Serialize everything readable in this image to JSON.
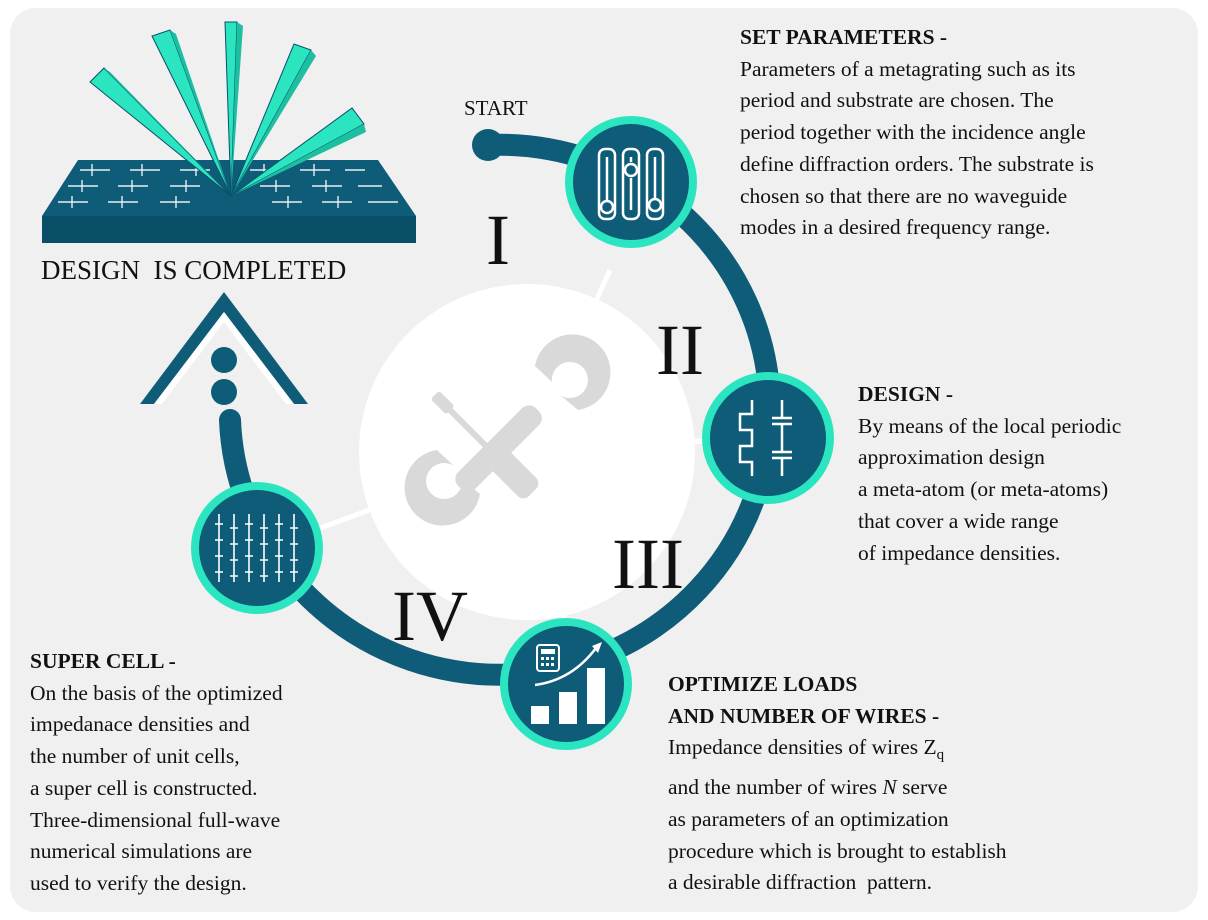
{
  "colors": {
    "panel": "#f0f0f0",
    "ring": "#0e5c77",
    "ring_dark": "#0a4f68",
    "accent": "#2be5c1",
    "hub": "#ffffff",
    "tools": "#d9d9d9",
    "text": "#111111"
  },
  "labels": {
    "start": "START",
    "completed": "DESIGN  IS COMPLETED",
    "stage_1": "I",
    "stage_2": "II",
    "stage_3": "III",
    "stage_4": "IV"
  },
  "icons": {
    "center": "wrench-screwdriver-icon",
    "stage_1": "sliders-icon",
    "stage_2": "circuit-capacitor-icon",
    "stage_3": "calculator-bar-chart-icon",
    "stage_4": "wire-grid-icon",
    "top_left": "metagrating-diffraction-icon",
    "arrow": "up-arrow-icon"
  },
  "set_parameters": {
    "title": "SET PARAMETERS -",
    "lines": [
      "Parameters of a metagrating such as its",
      "period and substrate are chosen. The",
      "period together with the incidence angle",
      "define diffraction orders. The substrate is",
      "chosen so that there are no waveguide",
      "modes in a desired frequency range."
    ]
  },
  "design": {
    "title": "DESIGN -",
    "lines": [
      "By means of the local periodic",
      "approximation design",
      "a meta-atom (or meta-atoms)",
      "that cover a wide range",
      "of impedance densities."
    ]
  },
  "optimize": {
    "title_1": "OPTIMIZE LOADS",
    "title_2": "AND NUMBER OF WIRES -",
    "line_1_pre": "Impedance densities of wires Z",
    "line_1_sub": "q",
    "line_2_pre": "and the number of wires ",
    "line_2_var": "N",
    "line_2_post": " serve",
    "line_3": "as parameters of an optimization",
    "line_4": "procedure which is brought to establish",
    "line_5": "a desirable diffraction  pattern."
  },
  "super_cell": {
    "title": "SUPER CELL -",
    "lines": [
      "On the basis of the optimized",
      "impedanace densities and",
      "the number of unit cells,",
      "a super cell is constructed.",
      "Three-dimensional full-wave",
      "numerical simulations are",
      "used to verify the design."
    ]
  }
}
